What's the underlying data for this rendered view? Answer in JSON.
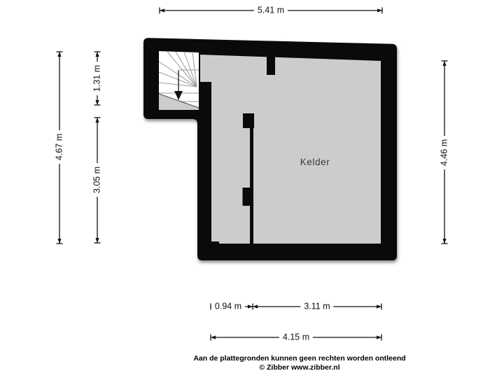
{
  "plan": {
    "room_label": "Kelder",
    "colors": {
      "wall": "#0a0a0a",
      "floor": "#cccccc",
      "stair_fill": "#ffffff",
      "stair_line": "#999999",
      "room_text": "#3a3a3a",
      "dimension_ink": "#111111"
    }
  },
  "dimensions": {
    "top": "5.41 m",
    "left_outer": "4.67 m",
    "left_upper": "1.31 m",
    "left_lower": "3.05 m",
    "right": "4.46 m",
    "bottom_left": "0.94 m",
    "bottom_right": "3.11 m",
    "bottom_total": "4.15 m"
  },
  "footer": {
    "line1": "Aan de plattegronden kunnen geen rechten worden ontleend",
    "line2": "© Zibber www.zibber.nl"
  }
}
